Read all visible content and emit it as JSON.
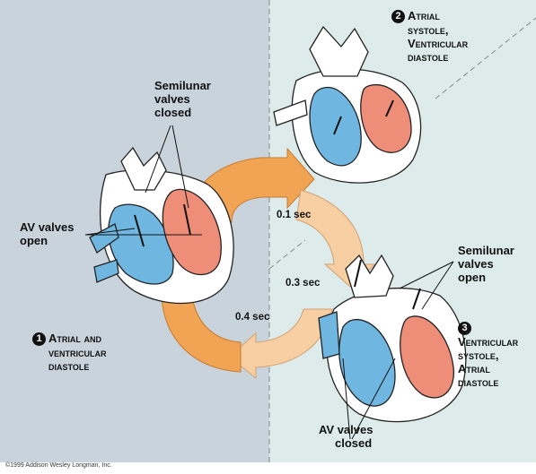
{
  "phases": [
    {
      "number": "1",
      "title_line1": "Atrial and",
      "title_line2": "ventricular",
      "title_line3": "diastole"
    },
    {
      "number": "2",
      "title_line1": "Atrial",
      "title_line2": "systole,",
      "title_line3": "Ventricular",
      "title_line4": "diastole"
    },
    {
      "number": "3",
      "title_line1": "Ventricular",
      "title_line2": "systole,",
      "title_line3": "Atrial",
      "title_line4": "diastole"
    }
  ],
  "labels": {
    "semilunar_closed_1": "Semilunar",
    "semilunar_closed_2": "valves",
    "semilunar_closed_3": "closed",
    "av_open_1": "AV valves",
    "av_open_2": "open",
    "semilunar_open_1": "Semilunar",
    "semilunar_open_2": "valves",
    "semilunar_open_3": "open",
    "av_closed_1": "AV valves",
    "av_closed_2": "closed"
  },
  "timings": {
    "t1": "0.1 sec",
    "t2": "0.3 sec",
    "t3": "0.4 sec"
  },
  "copyright": "©1999 Addison Wesley Longman, Inc.",
  "colors": {
    "left_bg": "#c9d3db",
    "right_bg": "#ddeceb",
    "deoxygenated": "#6fb7e0",
    "oxygenated": "#ee8e79",
    "arrow_dark": "#f1a454",
    "arrow_light": "#f7cfa2",
    "divider": "#888888"
  }
}
